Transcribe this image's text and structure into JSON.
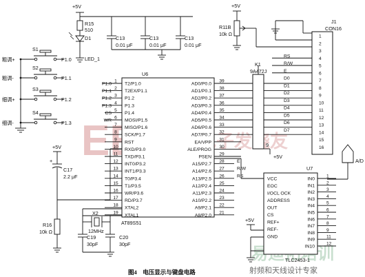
{
  "caption": "图4　电压显示与键盘电路",
  "power": {
    "vcc": "+5V"
  },
  "top_components": {
    "r15": [
      "R15",
      "510"
    ],
    "d1": [
      "D1",
      "LED_1"
    ],
    "c13": [
      "C13",
      "0.01 μF"
    ],
    "r11": [
      "R11B",
      "10k Ω"
    ]
  },
  "switches": [
    {
      "ref": "S1",
      "label": "粗调+",
      "net": "P1.0"
    },
    {
      "ref": "S2",
      "label": "粗调-",
      "net": "P1.1"
    },
    {
      "ref": "S3",
      "label": "细调+",
      "net": "P1.2"
    },
    {
      "ref": "S4",
      "label": "细调-",
      "net": "P1.3"
    }
  ],
  "reset": {
    "c17": [
      "C17",
      "2.2 μF"
    ],
    "r16": [
      "R16",
      "10k Ω"
    ]
  },
  "crystal": {
    "x2": [
      "X2",
      "12MHz"
    ],
    "c19": [
      "C19",
      "30pF"
    ],
    "c20": [
      "C20",
      "30pF"
    ]
  },
  "u6": {
    "ref": "U6",
    "name": "AT89S51",
    "left_pins": [
      {
        "net": "P1.0",
        "no": "1",
        "name": "T2/P1.0"
      },
      {
        "net": "P1.1",
        "no": "2",
        "name": "T2EX/P1.1"
      },
      {
        "net": "P1.2",
        "no": "3",
        "name": "P1.2"
      },
      {
        "net": "P1.3",
        "no": "4",
        "name": "P1.3"
      },
      {
        "net": "CS",
        "no": "5",
        "name": "P1.4"
      },
      {
        "net": "WR",
        "no": "6",
        "name": "MOSI/P1.5"
      },
      {
        "net": "",
        "no": "7",
        "name": "MISO/P1.6"
      },
      {
        "net": "",
        "no": "8",
        "name": "SCK/P1.7"
      },
      {
        "net": "",
        "no": "9",
        "name": "RST"
      },
      {
        "net": "",
        "no": "10",
        "name": "RXD/P3.0"
      },
      {
        "net": "",
        "no": "11",
        "name": "TXD/P3.1"
      },
      {
        "net": "",
        "no": "12",
        "name": "INT0/P3.2"
      },
      {
        "net": "",
        "no": "13",
        "name": "INT1/P3.3"
      },
      {
        "net": "",
        "no": "14",
        "name": "T0/P3.4"
      },
      {
        "net": "",
        "no": "15",
        "name": "T1/P3.5"
      },
      {
        "net": "",
        "no": "16",
        "name": "WR/P3.6"
      },
      {
        "net": "",
        "no": "17",
        "name": "RD/P3.7"
      },
      {
        "net": "",
        "no": "18",
        "name": "XTAL2"
      },
      {
        "net": "",
        "no": "19",
        "name": "XTAL1"
      }
    ],
    "right_pins": [
      {
        "no": "39",
        "name": "AD0/P0.0"
      },
      {
        "no": "38",
        "name": "AD1/P0.1"
      },
      {
        "no": "37",
        "name": "AD2/P0.2"
      },
      {
        "no": "36",
        "name": "AD3/P0.3"
      },
      {
        "no": "35",
        "name": "AD4/P0.4"
      },
      {
        "no": "34",
        "name": "AD5/P0.5"
      },
      {
        "no": "33",
        "name": "AD6/P0.6"
      },
      {
        "no": "32",
        "name": "AD7/P0.7"
      },
      {
        "no": "31",
        "name": "EA/VPP"
      },
      {
        "no": "30",
        "name": "ALE/PROG"
      },
      {
        "no": "29",
        "name": "PSEN"
      },
      {
        "no": "28",
        "name": "A15/P2.7",
        "net": "E"
      },
      {
        "no": "27",
        "name": "A14/P2.6",
        "net": "R/W"
      },
      {
        "no": "26",
        "name": "A13/P2.5",
        "net": "RS"
      },
      {
        "no": "25",
        "name": "A12/P2.4"
      },
      {
        "no": "24",
        "name": "A11/P2.3"
      },
      {
        "no": "23",
        "name": "A10/P2.2"
      },
      {
        "no": "22",
        "name": "A9/P2.1"
      },
      {
        "no": "21",
        "name": "A8/P2.0"
      }
    ]
  },
  "k1": {
    "ref": "K1",
    "part": "9A472J",
    "pin": "9"
  },
  "j1": {
    "ref": "J1",
    "part": "CON16",
    "nets": [
      "",
      "",
      "",
      "RS",
      "R/W",
      "E",
      "D0",
      "D1",
      "D2",
      "D3",
      "D4",
      "D5",
      "D6",
      "D7",
      "",
      ""
    ],
    "nos": [
      "1",
      "2",
      "3",
      "4",
      "5",
      "6",
      "7",
      "8",
      "9",
      "10",
      "11",
      "12",
      "13",
      "14",
      "15",
      "16"
    ]
  },
  "u7": {
    "ref": "U7",
    "part": "TLC2453-1",
    "net_ad": "A/D",
    "left_pins": [
      "VCC",
      "EOC",
      "I/OCL OCK",
      "ADDRESS",
      "OUT",
      "CS",
      "REF+",
      "REF-",
      "GND"
    ],
    "right_pins": [
      {
        "name": "IN0",
        "no": "1"
      },
      {
        "name": "IN1",
        "no": "2"
      },
      {
        "name": "IN2",
        "no": "3"
      },
      {
        "name": "IN3",
        "no": "4"
      },
      {
        "name": "IN4",
        "no": "5"
      },
      {
        "name": "IN5",
        "no": "6"
      },
      {
        "name": "IN6",
        "no": "7"
      },
      {
        "name": "IN7",
        "no": "8"
      },
      {
        "name": "IN8",
        "no": "9"
      },
      {
        "name": "IN9",
        "no": "11"
      },
      {
        "name": "IN10",
        "no": "12"
      }
    ]
  },
  "watermarks": [
    "电子发烧友",
    "射频和天线设计专家"
  ]
}
